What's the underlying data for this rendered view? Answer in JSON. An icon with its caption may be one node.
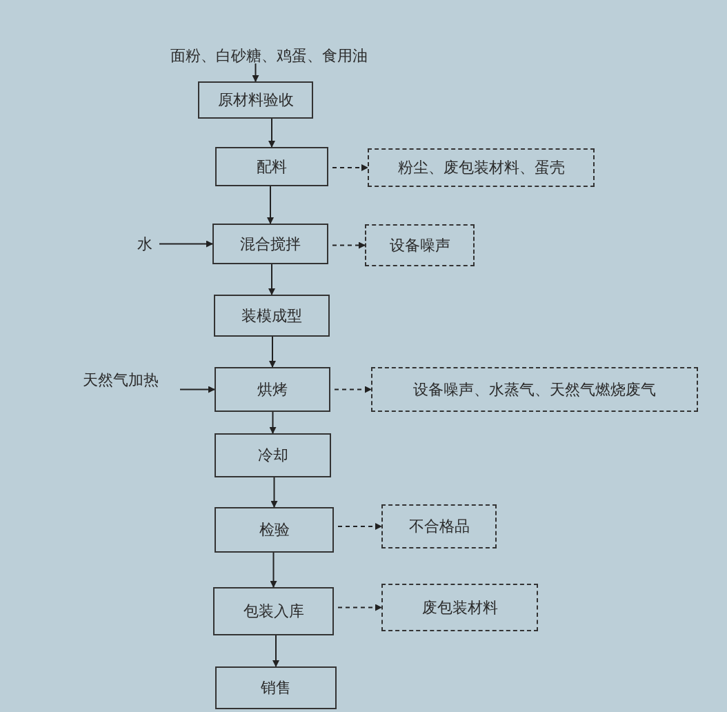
{
  "diagram": {
    "nodes": [
      {
        "text": [
          "面粉、白砂糖、鸡蛋、食用油"
        ]
      },
      {
        "text": [
          "原材料验收"
        ]
      },
      {
        "text": [
          "配料"
        ]
      },
      {
        "text": [
          "粉尘、废包装材料、蛋壳"
        ]
      },
      {
        "text": [
          "水"
        ]
      },
      {
        "text": [
          "混合搅拌"
        ]
      },
      {
        "text": [
          "设备噪声"
        ]
      },
      {
        "text": [
          "装模成型"
        ]
      },
      {
        "text": [
          "天然气加热"
        ]
      },
      {
        "text": [
          "烘烤"
        ]
      },
      {
        "text": [
          "设备噪声、水蒸气、天然气燃烧废气"
        ]
      },
      {
        "text": [
          "冷却"
        ]
      },
      {
        "text": [
          "检验"
        ]
      },
      {
        "text": [
          "不合格品"
        ]
      },
      {
        "text": [
          "包装入库"
        ]
      },
      {
        "text": [
          "废包装材料"
        ]
      },
      {
        "text": [
          "销售"
        ]
      }
    ],
    "edges": [
      {
        "from": 0,
        "to": 1,
        "arrow": "to"
      },
      {
        "from": 1,
        "to": 2,
        "arrow": "to"
      },
      {
        "from": 2,
        "to": 3,
        "arrow": "to",
        "style": "dashed"
      },
      {
        "from": 2,
        "to": 5,
        "arrow": "to"
      },
      {
        "from": 4,
        "to": 5,
        "arrow": "to"
      },
      {
        "from": 5,
        "to": 6,
        "arrow": "to",
        "style": "dashed"
      },
      {
        "from": 5,
        "to": 7,
        "arrow": "to"
      },
      {
        "from": 7,
        "to": 9,
        "arrow": "to"
      },
      {
        "from": 8,
        "to": 9,
        "arrow": "to"
      },
      {
        "from": 9,
        "to": 10,
        "arrow": "to",
        "style": "dashed"
      },
      {
        "from": 9,
        "to": 11,
        "arrow": "to"
      },
      {
        "from": 11,
        "to": 12,
        "arrow": "to"
      },
      {
        "from": 12,
        "to": 13,
        "arrow": "to",
        "style": "dashed"
      },
      {
        "from": 12,
        "to": 14,
        "arrow": "to"
      },
      {
        "from": 14,
        "to": 15,
        "arrow": "to",
        "style": "dashed"
      },
      {
        "from": 14,
        "to": 16,
        "arrow": "to"
      }
    ]
  }
}
